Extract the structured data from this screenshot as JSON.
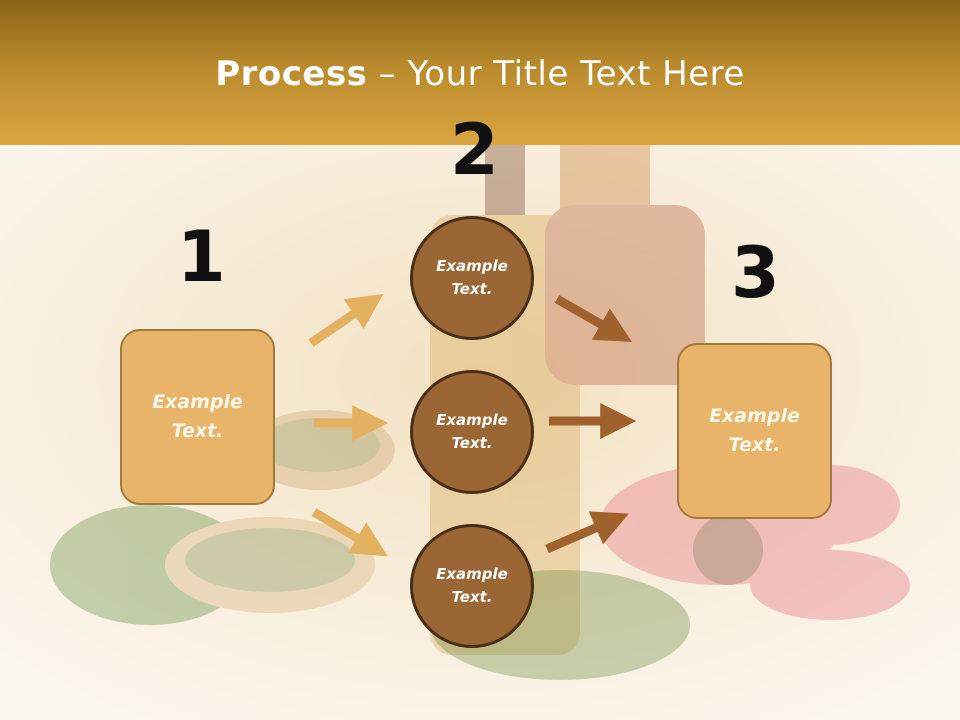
{
  "title": {
    "bold": "Process",
    "rest": " – Your Title Text Here"
  },
  "numbers": [
    "1",
    "2",
    "3"
  ],
  "left_box": {
    "text": "Example\nText."
  },
  "right_box": {
    "text": "Example\nText."
  },
  "circles": [
    {
      "text": "Example\nText."
    },
    {
      "text": "Example\nText."
    },
    {
      "text": "Example\nText."
    }
  ],
  "colors": {
    "header": "#c8922f",
    "box": "#e7b46a",
    "circle": "#9a6634",
    "arrow_light": "#e3b160",
    "arrow_dark": "#a0622c"
  }
}
